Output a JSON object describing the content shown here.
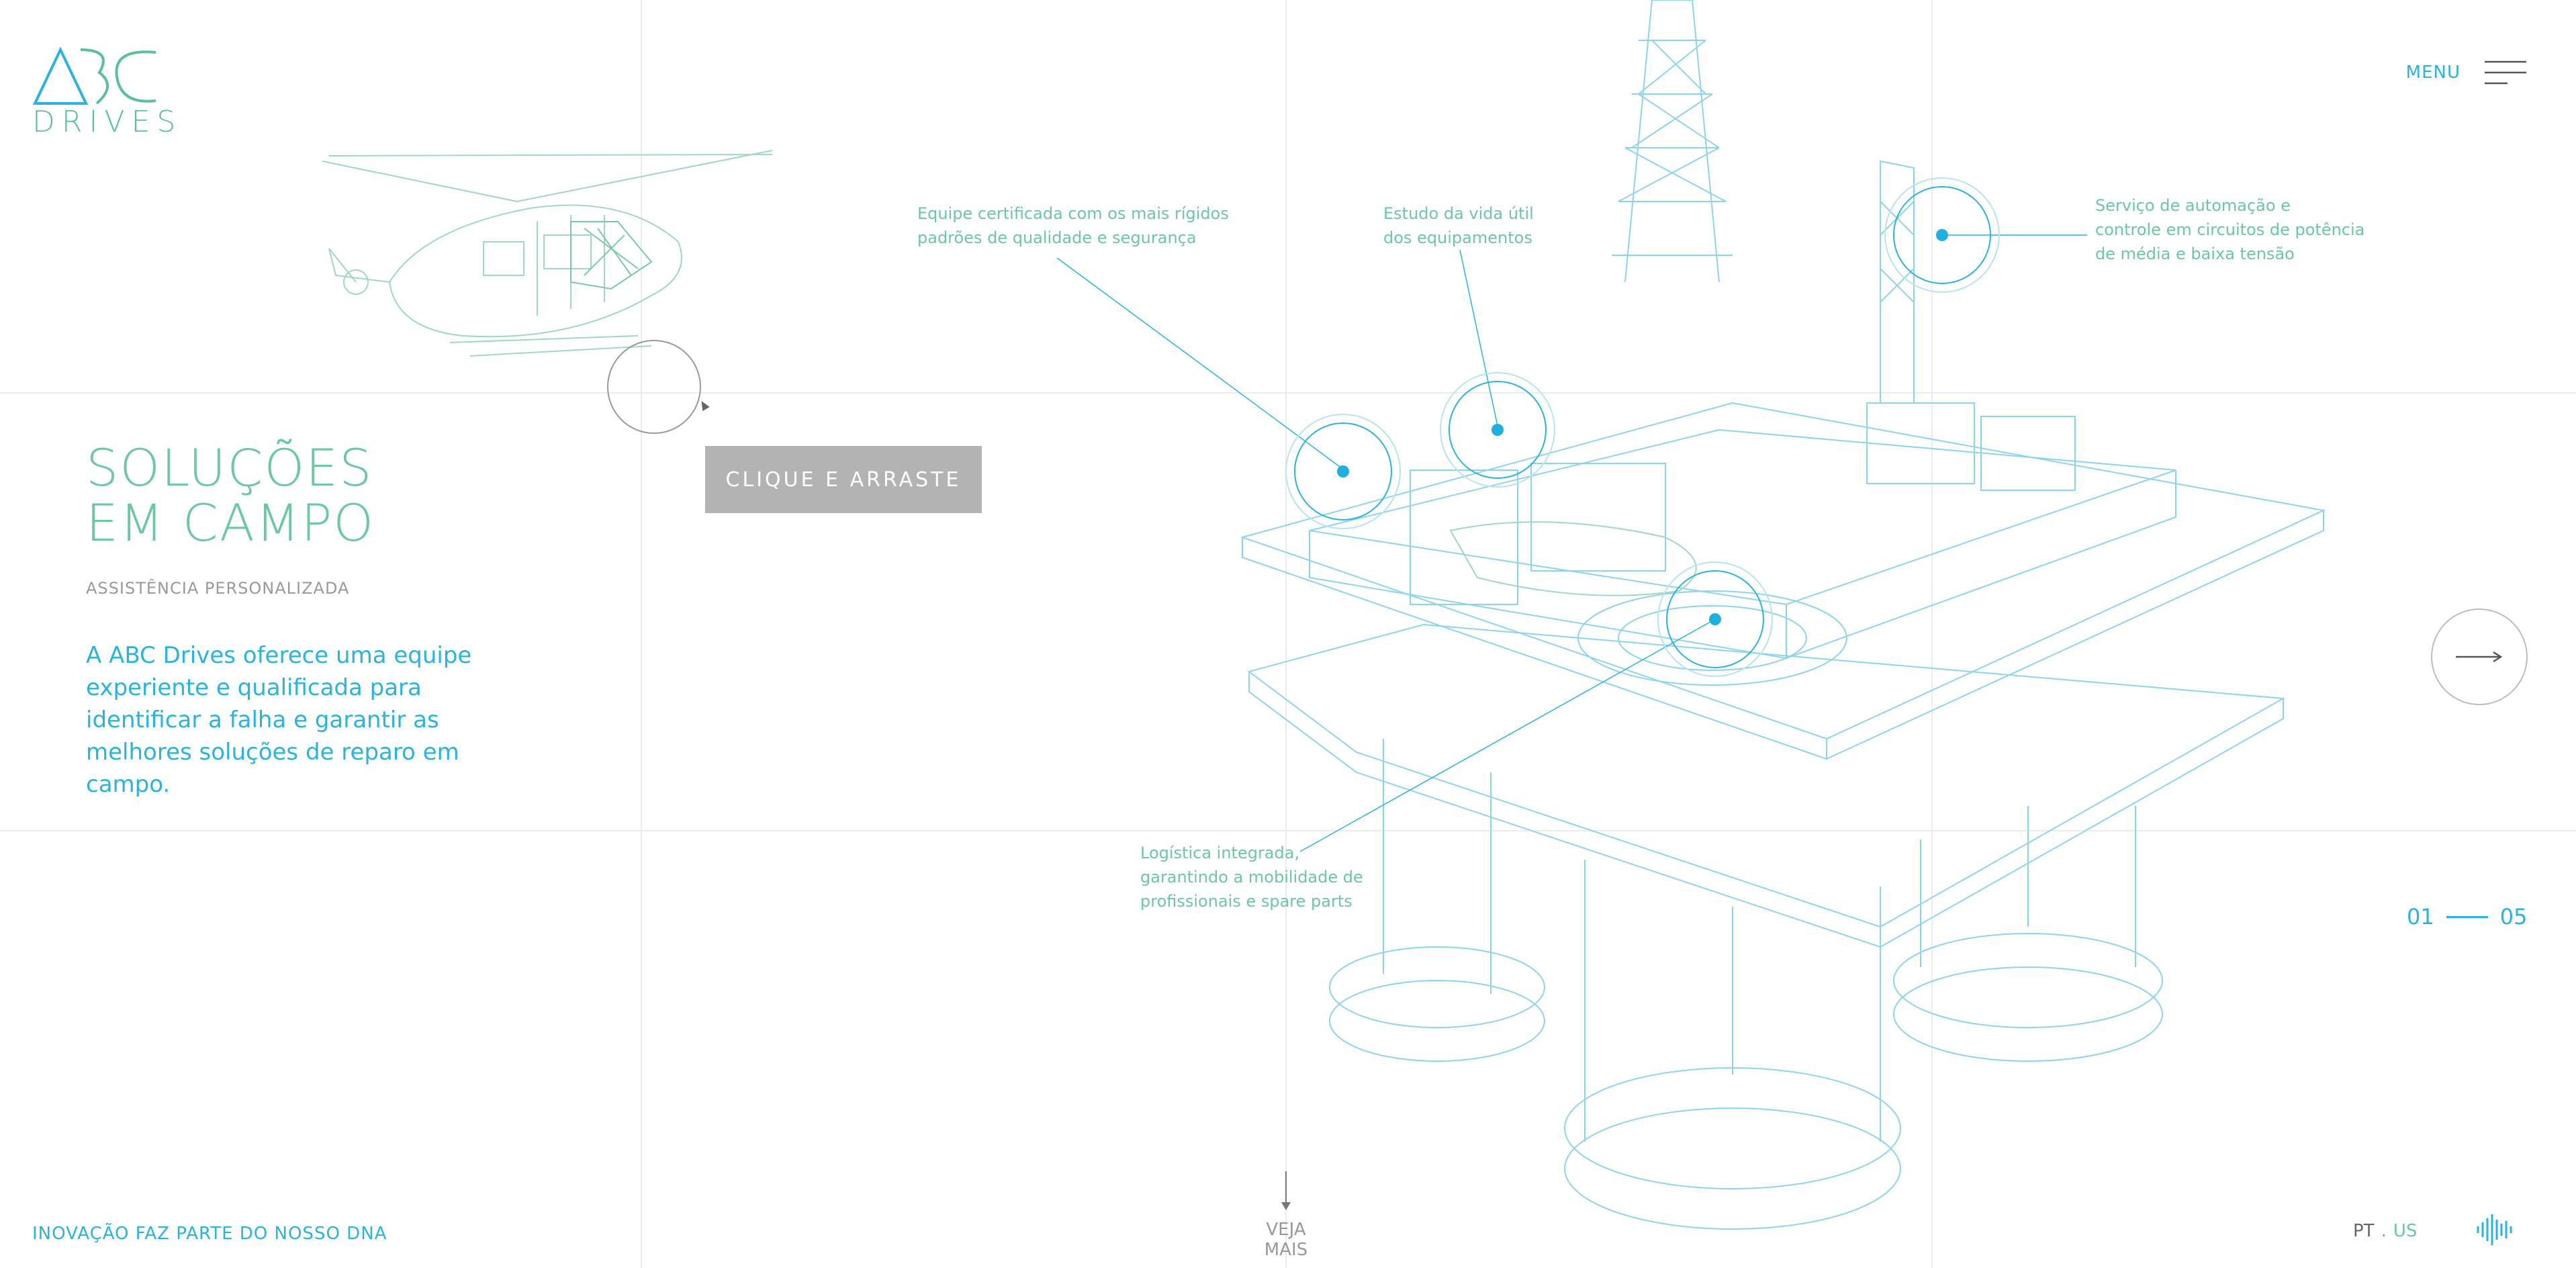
{
  "brand": {
    "logo_letters": "ABC",
    "logo_word": "DRIVES"
  },
  "header": {
    "menu_label": "MENU"
  },
  "drag": {
    "button_label": "CLIQUE E ARRASTE"
  },
  "hero": {
    "title_line1": "SOLUÇÕES",
    "title_line2": "EM CAMPO",
    "subtitle": "ASSISTÊNCIA PERSONALIZADA",
    "text": "A ABC Drives oferece uma equipe experiente e qualificada para identificar a falha e garantir as melhores soluções de reparo em campo."
  },
  "callouts": [
    {
      "line1": "Equipe certificada com os mais rígidos",
      "line2": "padrões de qualidade e segurança"
    },
    {
      "line1": "Estudo da vida útil",
      "line2": "dos equipamentos"
    },
    {
      "line1": "Serviço de automação e",
      "line2": "controle em circuitos de potência",
      "line3": "de média e baixa tensão"
    },
    {
      "line1": "Logística integrada,",
      "line2": "garantindo a mobilidade de",
      "line3": "profissionais e spare parts"
    }
  ],
  "pager": {
    "current": "01",
    "total": "05"
  },
  "footer": {
    "tagline": "INOVAÇÃO FAZ PARTE DO NOSSO DNA",
    "see_more": "VEJA MAIS",
    "lang_pt": "PT",
    "lang_sep": ".",
    "lang_us": "US"
  },
  "colors": {
    "accent_blue": "#2bb3df",
    "accent_green": "#6cc8a2",
    "line_gray": "#ececec"
  },
  "icons": [
    "menu-icon",
    "arrow-right-icon",
    "arrow-down-icon",
    "sound-wave-icon"
  ]
}
